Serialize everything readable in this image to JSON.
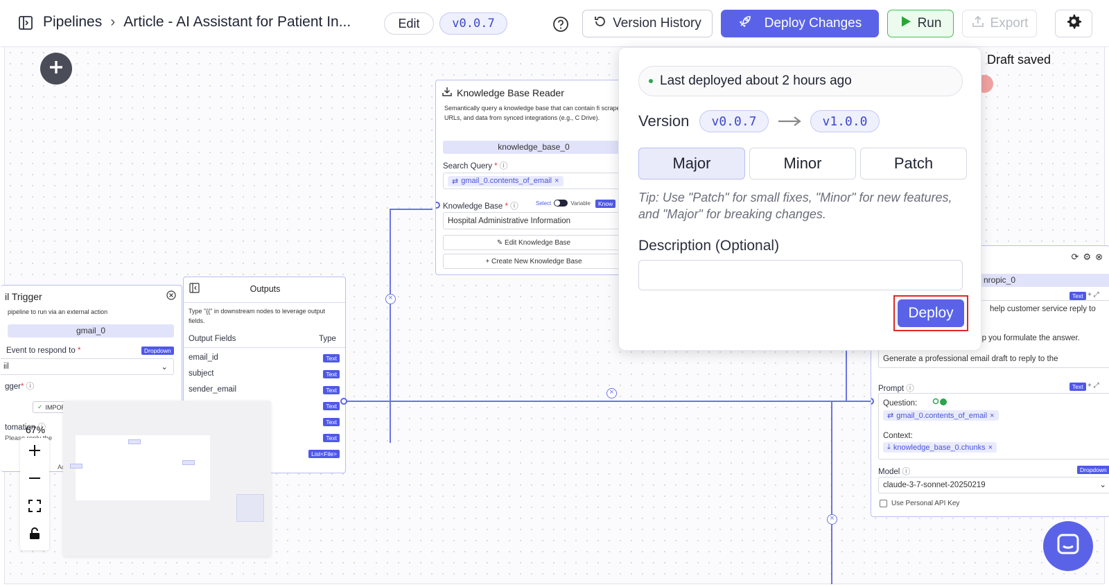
{
  "header": {
    "breadcrumb_root": "Pipelines",
    "breadcrumb_sep": "›",
    "pipeline_title": "Article - AI Assistant for Patient In...",
    "edit_label": "Edit",
    "version": "v0.0.7",
    "version_history_label": "Version History",
    "deploy_changes_label": "Deploy Changes",
    "run_label": "Run",
    "export_label": "Export"
  },
  "canvas": {
    "draft_status": "Draft saved",
    "zoom_level": "67%"
  },
  "deploy_popup": {
    "last_deployed": "Last deployed about 2 hours ago",
    "version_label": "Version",
    "from_version": "v0.0.7",
    "to_version": "v1.0.0",
    "bump_options": [
      "Major",
      "Minor",
      "Patch"
    ],
    "selected_option": "Major",
    "tip": "Tip: Use \"Patch\" for small fixes, \"Minor\" for new features, and \"Major\" for breaking changes.",
    "description_label": "Description (Optional)",
    "description_value": "",
    "deploy_label": "Deploy"
  },
  "kb_node": {
    "title": "Knowledge Base Reader",
    "description": "Semantically query a knowledge base that can contain fi scraped URLs, and data from synced integrations (e.g., C Drive).",
    "node_id": "knowledge_base_0",
    "search_query_label": "Search Query",
    "search_query_value": "gmail_0.contents_of_email",
    "kb_label": "Knowledge Base",
    "select_label": "Select",
    "variable_label": "Variable",
    "kb_tag": "Know",
    "kb_value": "Hospital Administrative Information",
    "edit_kb_label": "Edit Knowledge Base",
    "create_kb_label": "Create New Knowledge Base"
  },
  "trigger_node": {
    "title": "il Trigger",
    "description": "pipeline to run via an external action",
    "node_id": "gmail_0",
    "event_label": "Event to respond to",
    "event_tag": "Dropdown",
    "event_value": "iil",
    "trigger_label": "gger",
    "label_chip": "IMPORTANT_label",
    "automation_label": "tomation",
    "automation_text": "Please reply the",
    "ac_text": "Ac"
  },
  "outputs_node": {
    "title": "Outputs",
    "description": "Type \"{{\" in downstream nodes to leverage output fields.",
    "col_fields": "Output Fields",
    "col_type": "Type",
    "rows": [
      {
        "field": "email_id",
        "type": "Text"
      },
      {
        "field": "subject",
        "type": "Text"
      },
      {
        "field": "sender_email",
        "type": "Text"
      },
      {
        "field": "",
        "type": "Text"
      },
      {
        "field": "",
        "type": "Text"
      },
      {
        "field": "",
        "type": "Text"
      },
      {
        "field": "",
        "type": "List<File>"
      }
    ]
  },
  "llm_node": {
    "node_id": "nropic_0",
    "system_tag": "Text",
    "system_line1": "help customer service reply to",
    "system_line2": "Question and Context to help you formulate the answer.",
    "system_line3": "Generate a professional email draft to reply to the",
    "prompt_label": "Prompt",
    "prompt_tag": "Text",
    "question_label": "Question:",
    "question_value": "gmail_0.contents_of_email",
    "context_label": "Context:",
    "context_value": "knowledge_base_0.chunks",
    "model_label": "Model",
    "model_tag": "Dropdown",
    "model_value": "claude-3-7-sonnet-20250219",
    "personal_key_label": "Use Personal API Key"
  }
}
